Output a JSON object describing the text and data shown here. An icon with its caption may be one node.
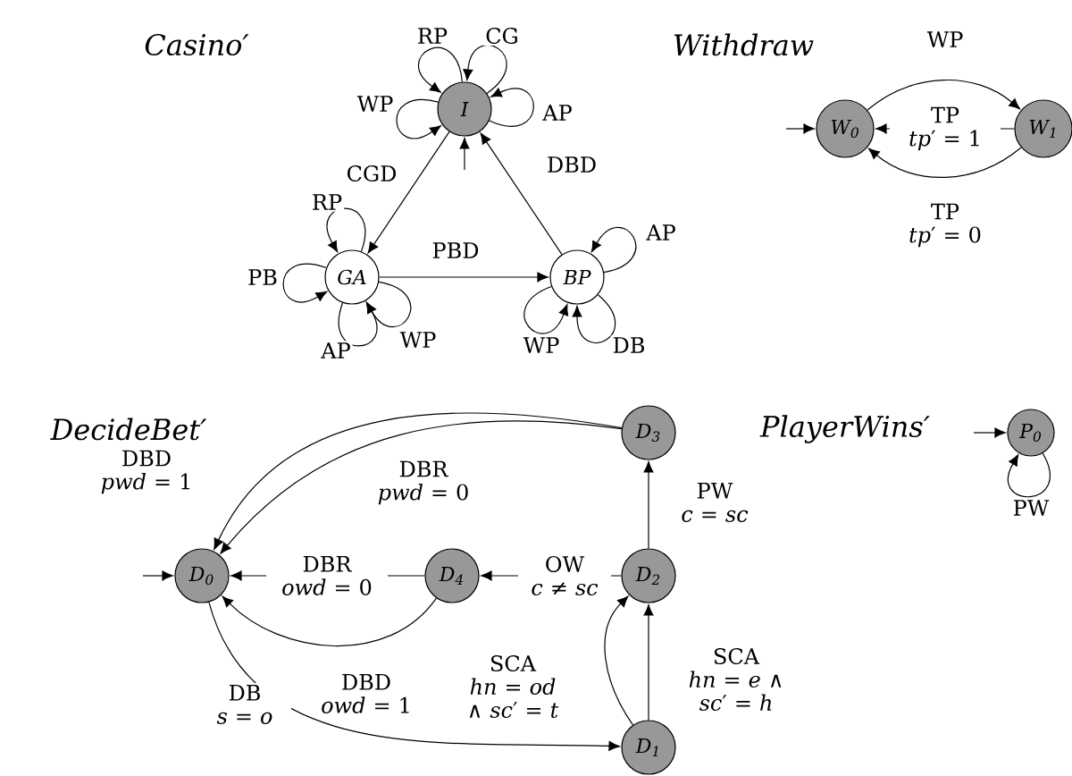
{
  "diagram": {
    "nodes": [
      {
        "text": [
          "I"
        ]
      },
      {
        "text": [
          "GA"
        ]
      },
      {
        "text": [
          "BP"
        ]
      },
      {
        "text": [
          "W$_{0}$"
        ]
      },
      {
        "text": [
          "W$_{1}$"
        ]
      },
      {
        "text": [
          "D$_{0}$"
        ]
      },
      {
        "text": [
          "D$_{1}$"
        ]
      },
      {
        "text": [
          "D$_{2}$"
        ]
      },
      {
        "text": [
          "D$_{3}$"
        ]
      },
      {
        "text": [
          "D$_{4}$"
        ]
      },
      {
        "text": [
          "P$_{0}$"
        ]
      }
    ],
    "edges": [
      {
        "from": null,
        "to": 0,
        "arrow": "to"
      },
      {
        "from": 0,
        "to": 0,
        "arrow": "to",
        "label": "RP"
      },
      {
        "from": 0,
        "to": 0,
        "arrow": "to",
        "label": "CG"
      },
      {
        "from": 0,
        "to": 0,
        "arrow": "to",
        "label": "WP"
      },
      {
        "from": 0,
        "to": 0,
        "arrow": "to",
        "label": "AP"
      },
      {
        "from": 0,
        "to": 1,
        "arrow": "to",
        "label": "CGD"
      },
      {
        "from": 2,
        "to": 0,
        "arrow": "to",
        "label": "DBD"
      },
      {
        "from": 1,
        "to": 2,
        "arrow": "to",
        "label": "PBD"
      },
      {
        "from": 1,
        "to": 1,
        "arrow": "to",
        "label": "RP"
      },
      {
        "from": 1,
        "to": 1,
        "arrow": "to",
        "label": "PB"
      },
      {
        "from": 1,
        "to": 1,
        "arrow": "to",
        "label": "AP"
      },
      {
        "from": 1,
        "to": 1,
        "arrow": "to",
        "label": "WP"
      },
      {
        "from": 2,
        "to": 2,
        "arrow": "to",
        "label": "AP"
      },
      {
        "from": 2,
        "to": 2,
        "arrow": "to",
        "label": "WP"
      },
      {
        "from": 2,
        "to": 2,
        "arrow": "to",
        "label": "DB"
      },
      {
        "from": null,
        "to": 3,
        "arrow": "to"
      },
      {
        "from": 3,
        "to": 4,
        "arrow": "to",
        "label": "WP"
      },
      {
        "from": 4,
        "to": 3,
        "arrow": "to",
        "label": "TP *tp*′ = 1"
      },
      {
        "from": 4,
        "to": 3,
        "arrow": "to",
        "label": "TP *tp*′ = 0"
      },
      {
        "from": null,
        "to": 5,
        "arrow": "to"
      },
      {
        "from": 8,
        "to": 5,
        "arrow": "to",
        "label": "DBD *pwd* = 1"
      },
      {
        "from": 8,
        "to": 5,
        "arrow": "to",
        "label": "DBR *pwd* = 0"
      },
      {
        "from": 9,
        "to": 5,
        "arrow": "to",
        "label": "DBR *owd* = 0"
      },
      {
        "from": 9,
        "to": 5,
        "arrow": "to",
        "label": "DBD *owd* = 1"
      },
      {
        "from": 7,
        "to": 9,
        "arrow": "to",
        "label": "OW *c* ≠ *sc*"
      },
      {
        "from": 7,
        "to": 8,
        "arrow": "to",
        "label": "PW *c* = *sc*"
      },
      {
        "from": 6,
        "to": 7,
        "arrow": "to",
        "label": "SCA *hn* = *e* ∧ *sc*′ = *h*"
      },
      {
        "from": 6,
        "to": 7,
        "arrow": "to",
        "label": "SCA *hn* = *od* ∧ *sc*′ = *t*"
      },
      {
        "from": 5,
        "to": 6,
        "arrow": "to",
        "label": "DB *s* = *o*"
      },
      {
        "from": null,
        "to": 10,
        "arrow": "to"
      },
      {
        "from": 10,
        "to": 10,
        "arrow": "to",
        "label": "PW"
      }
    ],
    "labels": [
      "Casino′",
      "Withdraw",
      "DecideBet′",
      "PlayerWins′"
    ]
  }
}
